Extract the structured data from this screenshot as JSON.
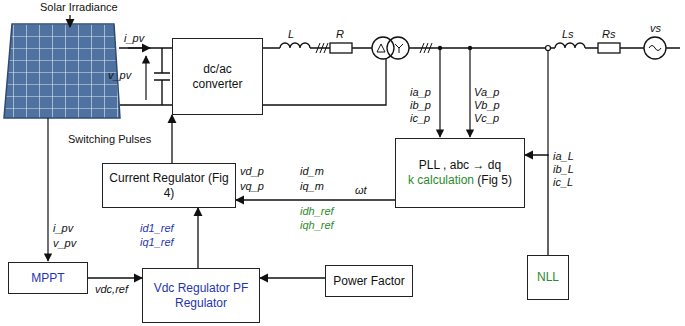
{
  "diagram": {
    "nodes": [
      {
        "text": [
          "dc/ac converter"
        ]
      },
      {
        "text": [
          "Current Regulator (Fig 4)"
        ]
      },
      {
        "text": [
          "PLL , abc → dq",
          "k calculation",
          "(Fig 5)"
        ]
      },
      {
        "text": [
          "NLL"
        ]
      },
      {
        "text": [
          "MPPT"
        ]
      },
      {
        "text": [
          "Vdc Regulator PF Regulator"
        ]
      },
      {
        "text": [
          "Power Factor"
        ]
      }
    ],
    "edges": [
      {
        "from": 1,
        "to": 0,
        "arrow": "to"
      },
      {
        "from": 2,
        "to": 1,
        "arrow": "to"
      },
      {
        "from": 3,
        "to": 2,
        "arrow": "to"
      },
      {
        "from": 4,
        "to": 5,
        "arrow": "to"
      },
      {
        "from": 6,
        "to": 5,
        "arrow": "to"
      },
      {
        "from": 5,
        "to": 1,
        "arrow": "to"
      }
    ],
    "labels": [
      "Solar Irradiance",
      "i_pv",
      "v_pv",
      "L",
      "R",
      "ia_p",
      "ib_p",
      "ic_p",
      "Va_p",
      "Vb_p",
      "Vc_p",
      "Ls",
      "Rs",
      "vs",
      "ia_L",
      "ib_L",
      "ic_L",
      "Switching Pulses",
      "vd_p",
      "vq_p",
      "id_m",
      "iq_m",
      "idh_ref",
      "iqh_ref",
      "ωt",
      "id1_ref",
      "iq1_ref",
      "i_pv",
      "v_pv",
      "vdc,ref"
    ]
  }
}
